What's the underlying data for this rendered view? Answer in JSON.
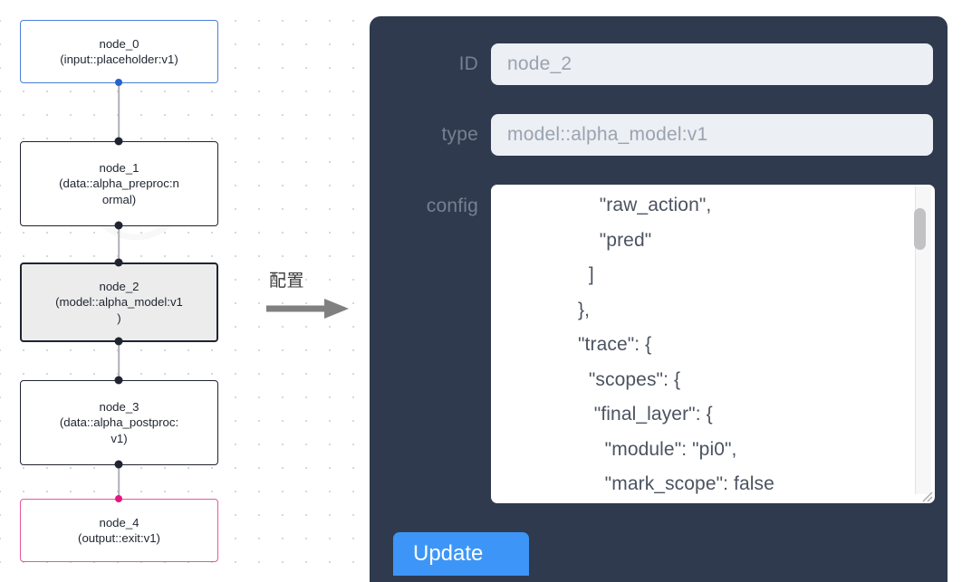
{
  "canvas": {
    "background": "#ffffff",
    "dot_grid_color": "#d3d6dc"
  },
  "graph": {
    "nodes": [
      {
        "id": "node_0",
        "label": "node_0\n(input::placeholder:v1)",
        "title": "node_0",
        "subtitle": "(input::placeholder:v1)",
        "border_color": "#4a7fd4",
        "selected": false,
        "handle_color": "#2563c9"
      },
      {
        "id": "node_1",
        "label": "node_1\n(data::alpha_preproc:n\normal)",
        "title": "node_1",
        "subtitle": "(data::alpha_preproc:normal)",
        "border_color": "#1f2430",
        "selected": false,
        "handle_color": "#1f2430"
      },
      {
        "id": "node_2",
        "label": "node_2\n(model::alpha_model:v1\n)",
        "title": "node_2",
        "subtitle": "(model::alpha_model:v1)",
        "border_color": "#1f2430",
        "selected": true,
        "handle_color": "#1f2430"
      },
      {
        "id": "node_3",
        "label": "node_3\n(data::alpha_postproc:\nv1)",
        "title": "node_3",
        "subtitle": "(data::alpha_postproc:v1)",
        "border_color": "#1f2430",
        "selected": false,
        "handle_color": "#1f2430"
      },
      {
        "id": "node_4",
        "label": "node_4\n(output::exit:v1)",
        "title": "node_4",
        "subtitle": "(output::exit:v1)",
        "border_color": "#e8569c",
        "selected": false,
        "handle_color": "#e5177f"
      }
    ],
    "edges": [
      {
        "from": "node_0",
        "to": "node_1"
      },
      {
        "from": "node_1",
        "to": "node_2"
      },
      {
        "from": "node_2",
        "to": "node_3"
      },
      {
        "from": "node_3",
        "to": "node_4"
      }
    ]
  },
  "annotation": {
    "label": "配置",
    "arrow_color": "#808080"
  },
  "panel": {
    "background": "#2f3a4f",
    "fields": [
      {
        "key": "id",
        "label": "ID",
        "value": "node_2"
      },
      {
        "key": "type",
        "label": "type",
        "value": "model::alpha_model:v1"
      },
      {
        "key": "config",
        "label": "config",
        "value": ""
      }
    ],
    "id_label": "ID",
    "id_value": "node_2",
    "type_label": "type",
    "type_value": "model::alpha_model:v1",
    "config_label": "config",
    "config_text": "    \"raw_action\",\n    \"pred\"\n  ]\n},\n\"trace\": {\n  \"scopes\": {\n   \"final_layer\": {\n     \"module\": \"pi0\",\n     \"mark_scope\": false\n   },\n   \"action_model\": {",
    "update_label": "Update",
    "update_color": "#3d96f7",
    "scrollbar_visible": true,
    "resize_handle_visible": true
  }
}
